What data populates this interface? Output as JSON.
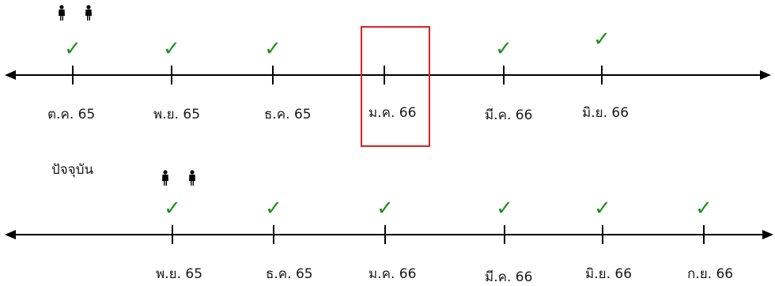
{
  "timelines": [
    {
      "caption": "",
      "people_icon": "person-icon",
      "people_count": 2,
      "marks": [
        {
          "label": "ต.ค. 65",
          "checked": true
        },
        {
          "label": "พ.ย. 65",
          "checked": true
        },
        {
          "label": "ธ.ค. 65",
          "checked": true
        },
        {
          "label": "ม.ค. 66",
          "checked": false,
          "highlighted": true
        },
        {
          "label": "มี.ค. 66",
          "checked": true
        },
        {
          "label": "มิ.ย. 66",
          "checked": true
        }
      ]
    },
    {
      "caption": "ปัจจุบัน",
      "people_icon": "person-icon",
      "people_count": 2,
      "marks": [
        {
          "label": "พ.ย. 65",
          "checked": true
        },
        {
          "label": "ธ.ค. 65",
          "checked": true
        },
        {
          "label": "ม.ค. 66",
          "checked": true
        },
        {
          "label": "มี.ค. 66",
          "checked": true
        },
        {
          "label": "มิ.ย. 66",
          "checked": true
        },
        {
          "label": "ก.ย. 66",
          "checked": true
        }
      ]
    }
  ],
  "check_glyph": "✓",
  "colors": {
    "check": "#1f8f1f",
    "highlight": "#e02020",
    "axis": "#000000"
  }
}
